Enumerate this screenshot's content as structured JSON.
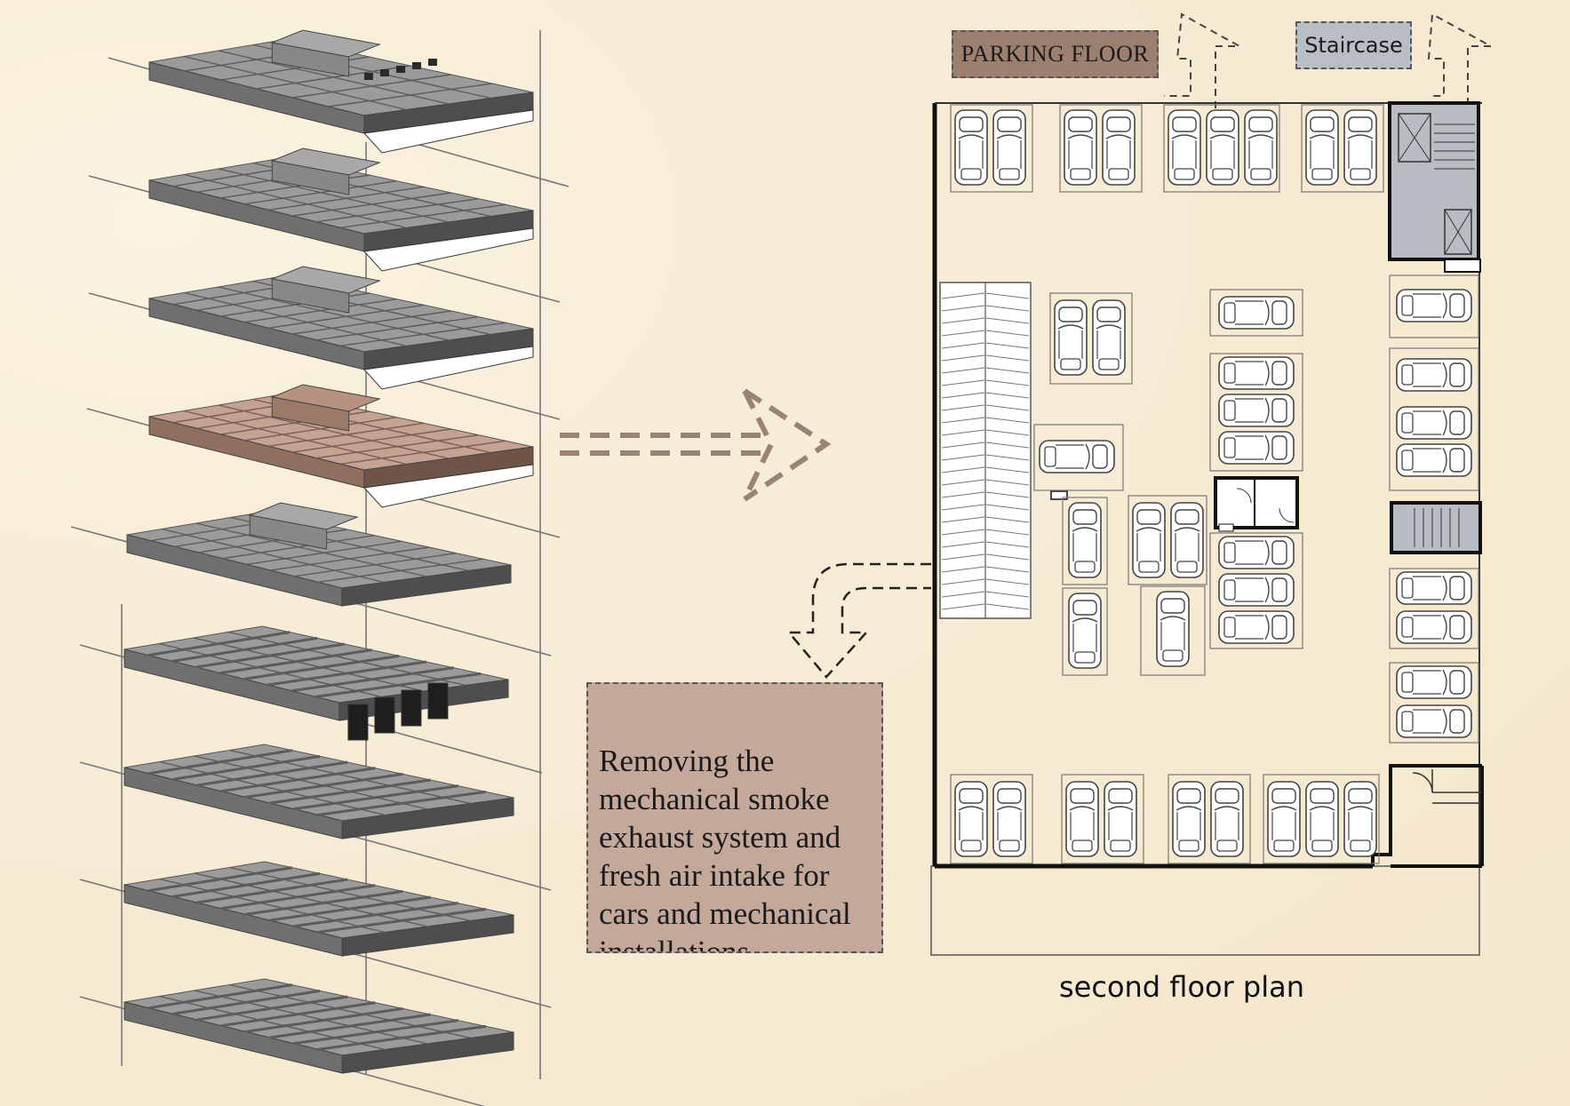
{
  "legend": {
    "parking_floor": "PARKING FLOOR",
    "staircase": "Staircase"
  },
  "note": {
    "text": "Removing the\nmechanical smoke\nexhaust system and\nfresh air intake for\ncars and mechanical\ninstallations"
  },
  "plan": {
    "caption": "second floor plan"
  },
  "exploded_view": {
    "highlighted_floor": 4,
    "floor_count": 9
  },
  "colors": {
    "parking_floor": "#9c7f6f",
    "staircase": "#b9bdc4",
    "note_fill": "#c4a89a",
    "arrow": "#9a8277",
    "slab": "#8d8d8d"
  },
  "icons": [
    "car-icon",
    "dashed-arrow-icon",
    "staircase-icon",
    "ramp-icon"
  ]
}
